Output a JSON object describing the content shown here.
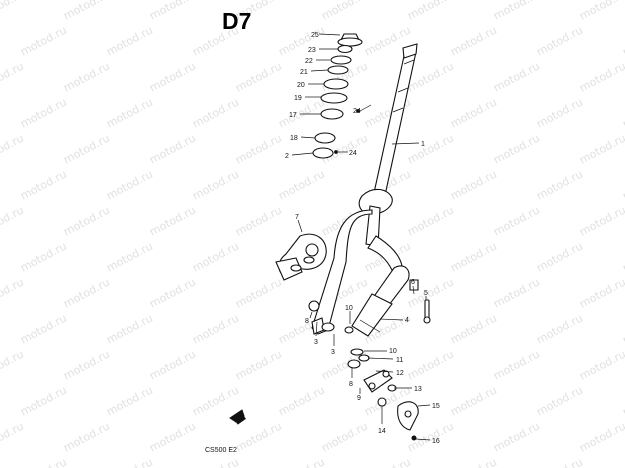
{
  "diagram": {
    "title": "D7",
    "model_code": "CS500 E2",
    "watermark": "motod.ru",
    "callouts": [
      {
        "id": "c25",
        "label": "25"
      },
      {
        "id": "c23",
        "label": "23"
      },
      {
        "id": "c22",
        "label": "22"
      },
      {
        "id": "c21",
        "label": "21"
      },
      {
        "id": "c20",
        "label": "20"
      },
      {
        "id": "c19",
        "label": "19"
      },
      {
        "id": "c17",
        "label": "17"
      },
      {
        "id": "c24a",
        "label": "24"
      },
      {
        "id": "c18",
        "label": "18"
      },
      {
        "id": "c2",
        "label": "2"
      },
      {
        "id": "c24b",
        "label": "24"
      },
      {
        "id": "c1",
        "label": "1"
      },
      {
        "id": "c7",
        "label": "7"
      },
      {
        "id": "c6",
        "label": "6"
      },
      {
        "id": "c5",
        "label": "5"
      },
      {
        "id": "c8a",
        "label": "8"
      },
      {
        "id": "c3a",
        "label": "3"
      },
      {
        "id": "c10a",
        "label": "10"
      },
      {
        "id": "c4",
        "label": "4"
      },
      {
        "id": "c3b",
        "label": "3"
      },
      {
        "id": "c10b",
        "label": "10"
      },
      {
        "id": "c11",
        "label": "11"
      },
      {
        "id": "c12",
        "label": "12"
      },
      {
        "id": "c8b",
        "label": "8"
      },
      {
        "id": "c9",
        "label": "9"
      },
      {
        "id": "c13",
        "label": "13"
      },
      {
        "id": "c15",
        "label": "15"
      },
      {
        "id": "c14",
        "label": "14"
      },
      {
        "id": "c16",
        "label": "16"
      }
    ]
  }
}
